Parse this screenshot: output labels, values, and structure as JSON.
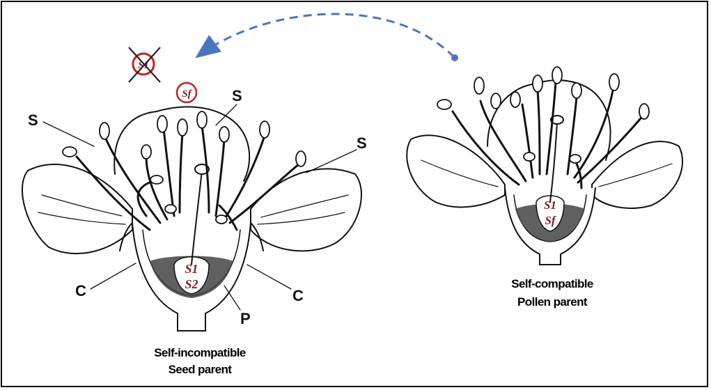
{
  "left_flower": {
    "caption_line1": "Self-incompatible",
    "caption_line2": "Seed parent",
    "labels": {
      "stamen_left": "S",
      "stamen_top": "S",
      "stamen_right": "S",
      "calyx_left": "C",
      "calyx_right": "C",
      "pistil": "P"
    },
    "ovary_alleles": [
      "S1",
      "S2"
    ]
  },
  "right_flower": {
    "caption_line1": "Self-compatible",
    "caption_line2": "Pollen parent",
    "ovary_alleles": [
      "S1",
      "Sf"
    ]
  },
  "pollen": {
    "rejected": "S1",
    "accepted": "Sf"
  },
  "colors": {
    "arrow": "#4a76c0",
    "allele": "#8b1a1a",
    "reject_circle": "#c81e1e"
  }
}
